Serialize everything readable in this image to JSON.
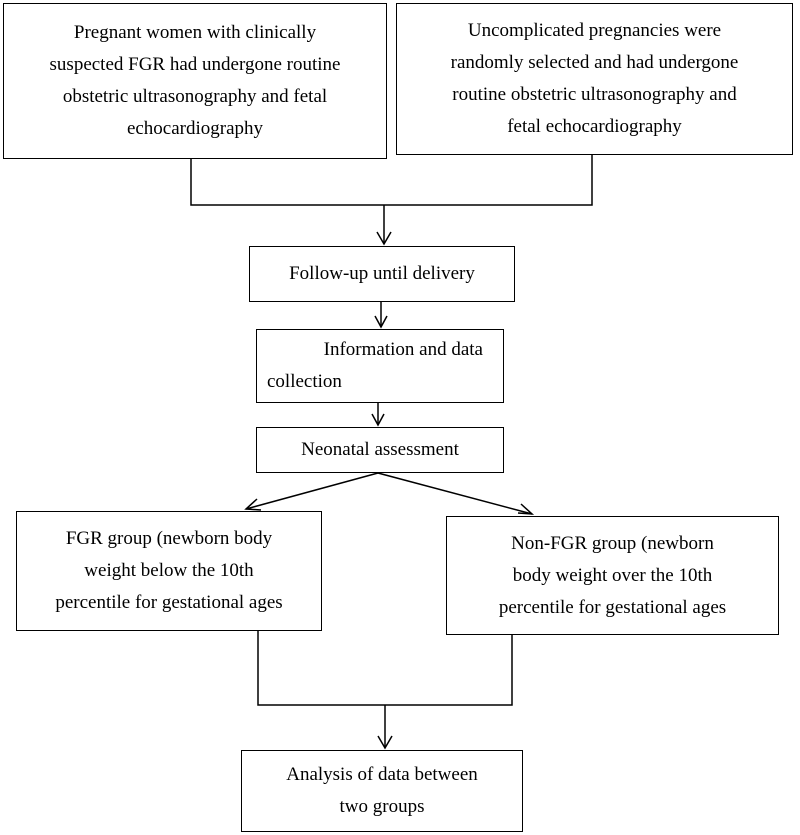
{
  "flowchart": {
    "box_fgr_suspected": [
      "Pregnant women with clinically",
      "suspected FGR had undergone routine",
      "obstetric ultrasonography and fetal",
      "echocardiography"
    ],
    "box_uncomplicated": [
      "Uncomplicated pregnancies were",
      "randomly selected and had undergone",
      "routine obstetric ultrasonography and",
      "fetal echocardiography"
    ],
    "box_followup": [
      "Follow-up until delivery"
    ],
    "box_info": [
      "Information and data",
      "collection"
    ],
    "box_neonatal": [
      "Neonatal assessment"
    ],
    "box_fgr_group": [
      "FGR group (newborn body",
      "weight below the 10th",
      "percentile for gestational ages"
    ],
    "box_nonfgr_group": [
      "Non-FGR group (newborn",
      "body weight over the 10th",
      "percentile for gestational ages"
    ],
    "box_analysis": [
      "Analysis of data between",
      "two groups"
    ]
  },
  "colors": {
    "line": "#000000",
    "background": "#ffffff"
  }
}
